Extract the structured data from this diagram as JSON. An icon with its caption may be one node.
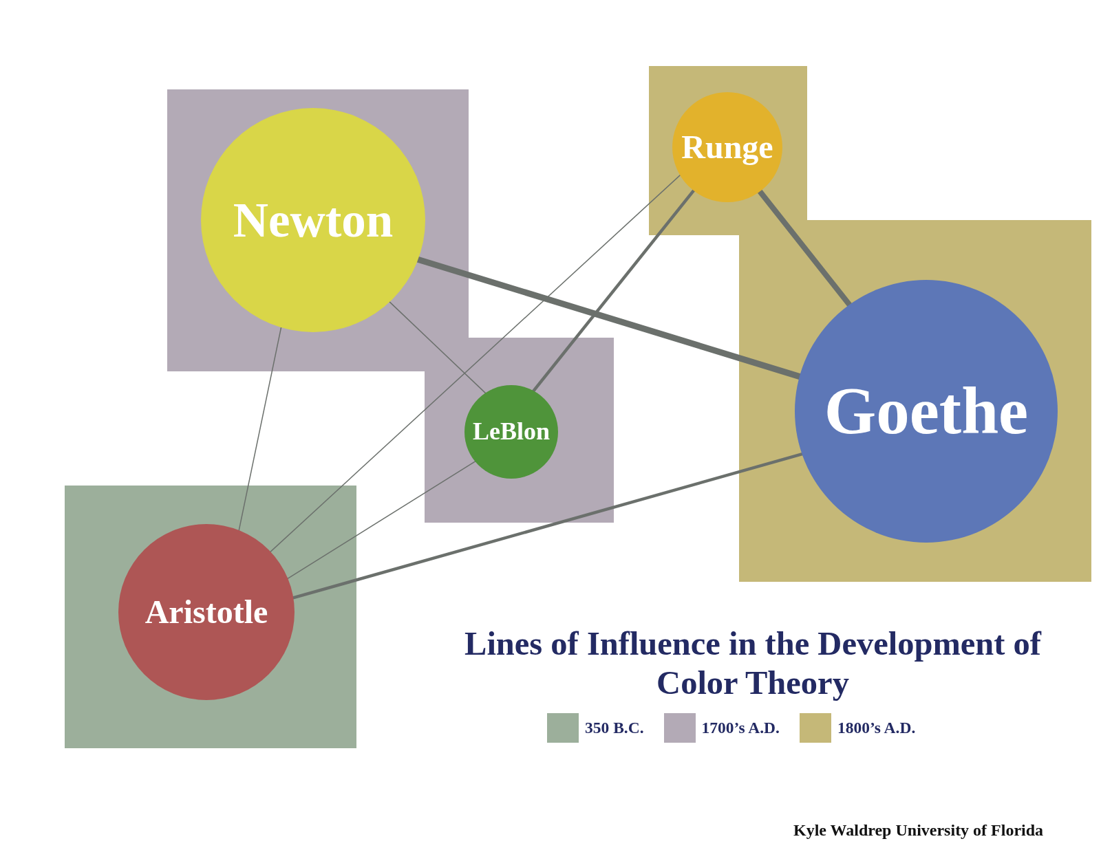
{
  "diagram": {
    "title": "Lines of Influence in the Development of Color Theory",
    "nodes": [
      {
        "text": [],
        "shape": "box"
      },
      {
        "text": [
          "Newton"
        ],
        "in": 0
      },
      {
        "text": [],
        "shape": "box"
      },
      {
        "text": [
          "Runge"
        ],
        "in": 2
      },
      {
        "text": [],
        "shape": "box"
      },
      {
        "text": [
          "LeBlon"
        ],
        "in": 4
      },
      {
        "text": [],
        "shape": "box"
      },
      {
        "text": [
          "Goethe"
        ],
        "in": 6
      },
      {
        "text": [],
        "shape": "box"
      },
      {
        "text": [
          "Aristotle"
        ],
        "in": 8
      }
    ],
    "edges": [
      {
        "from": 1,
        "to": 7,
        "arrow": "none",
        "style": "thick"
      },
      {
        "from": 3,
        "to": 7,
        "arrow": "none",
        "style": "thick"
      },
      {
        "from": 5,
        "to": 3,
        "arrow": "none",
        "style": "thick"
      },
      {
        "from": 9,
        "to": 3,
        "arrow": "none"
      },
      {
        "from": 1,
        "to": 5,
        "arrow": "none"
      },
      {
        "from": 9,
        "to": 1,
        "arrow": "none"
      },
      {
        "from": 9,
        "to": 5,
        "arrow": "none"
      },
      {
        "from": 9,
        "to": 7,
        "arrow": "none",
        "style": "thick"
      }
    ],
    "labels": [
      "Kyle Waldrep University of Florida"
    ],
    "legend": [
      {
        "text": "350 B.C.",
        "color": "#9caf9b"
      },
      {
        "text": "1700’s A.D.",
        "color": "#b3aab6"
      },
      {
        "text": "1800’s A.D.",
        "color": "#c5b878"
      }
    ]
  }
}
